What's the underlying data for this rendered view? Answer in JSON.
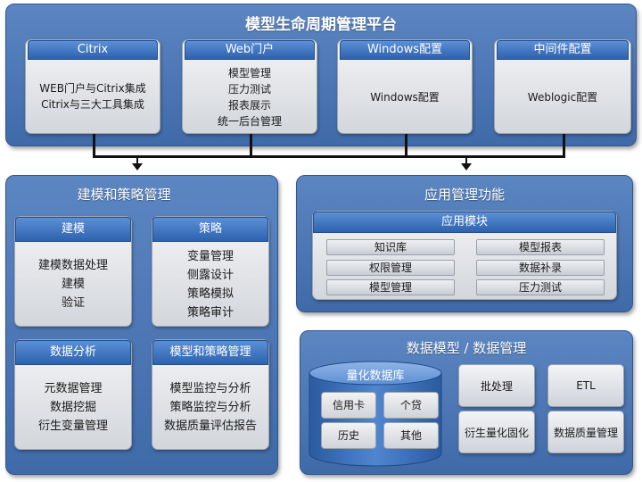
{
  "platform": {
    "title": "模型生命周期管理平台",
    "modules": [
      {
        "header": "Citrix",
        "items": [
          "WEB门户与Citrix集成",
          "Citrix与三大工具集成"
        ]
      },
      {
        "header": "Web门户",
        "items": [
          "模型管理",
          "压力测试",
          "报表展示",
          "统一后台管理"
        ]
      },
      {
        "header": "Windows配置",
        "items": [
          "Windows配置"
        ]
      },
      {
        "header": "中间件配置",
        "items": [
          "Weblogic配置"
        ]
      }
    ]
  },
  "modeling": {
    "title": "建模和策略管理",
    "cards": [
      {
        "header": "建模",
        "items": [
          "建模数据处理",
          "建模",
          "验证"
        ]
      },
      {
        "header": "策略",
        "items": [
          "变量管理",
          "侧露设计",
          "策略模拟",
          "策略审计"
        ]
      },
      {
        "header": "数据分析",
        "items": [
          "元数据管理",
          "数据挖掘",
          "衍生变量管理"
        ]
      },
      {
        "header": "模型和策略管理",
        "items": [
          "模型监控与分析",
          "策略监控与分析",
          "数据质量评估报告"
        ]
      }
    ]
  },
  "app": {
    "title": "应用管理功能",
    "module_header": "应用模块",
    "left_items": [
      "知识库",
      "权限管理",
      "模型管理"
    ],
    "right_items": [
      "模型报表",
      "数据补录",
      "压力测试"
    ]
  },
  "data": {
    "title": "数据模型 / 数据管理",
    "db": {
      "label": "量化数据库",
      "items": [
        "信用卡",
        "个贷",
        "历史",
        "其他"
      ]
    },
    "tiles": [
      "批处理",
      "ETL",
      "衍生量化固化",
      "数据质量管理"
    ]
  },
  "colors": {
    "panel": "#4a75b3",
    "header": "#3a6fb8",
    "card": "#e2e4e8",
    "connector": "#111111"
  }
}
